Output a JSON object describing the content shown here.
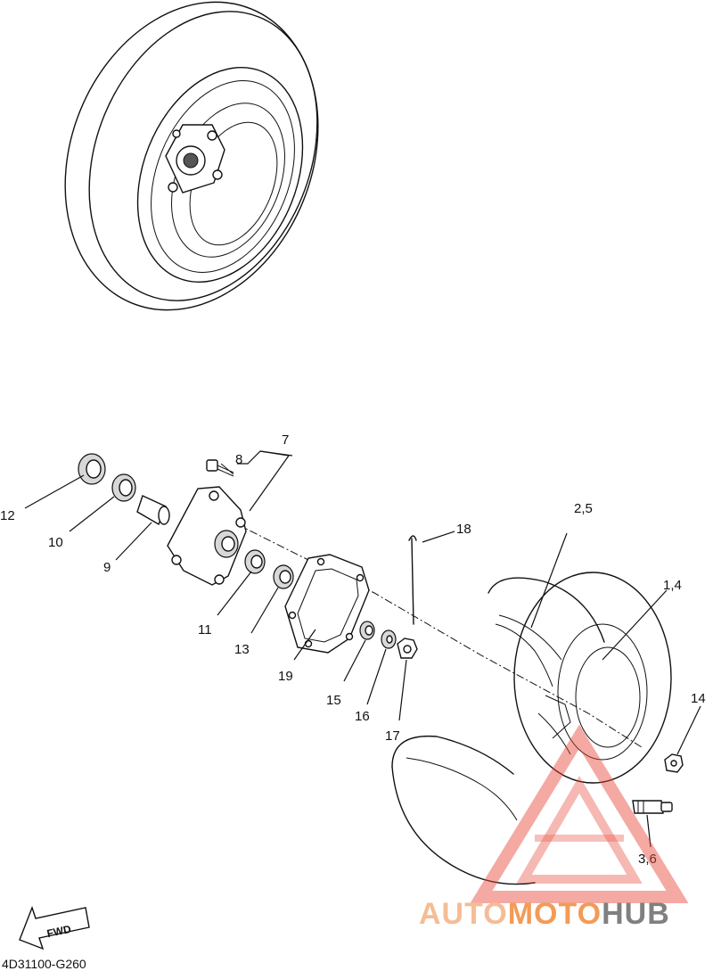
{
  "diagram": {
    "part_labels": {
      "p1_4": "1,4",
      "p2_5": "2,5",
      "p3_6": "3,6",
      "p7": "7",
      "p8": "8",
      "p9": "9",
      "p10": "10",
      "p11": "11",
      "p12": "12",
      "p13": "13",
      "p14": "14",
      "p15": "15",
      "p16": "16",
      "p17": "17",
      "p18": "18",
      "p19": "19"
    },
    "fwd_label": "FWD",
    "code": "4D31100-G260"
  },
  "watermark": {
    "part1": "AUTO",
    "part2": "MOTO",
    "part3": "HUB",
    "color_light": "#f4b183",
    "color_orange": "#f08a3a",
    "color_dark": "#6b6b6b",
    "logo_color": "#e8473a"
  }
}
